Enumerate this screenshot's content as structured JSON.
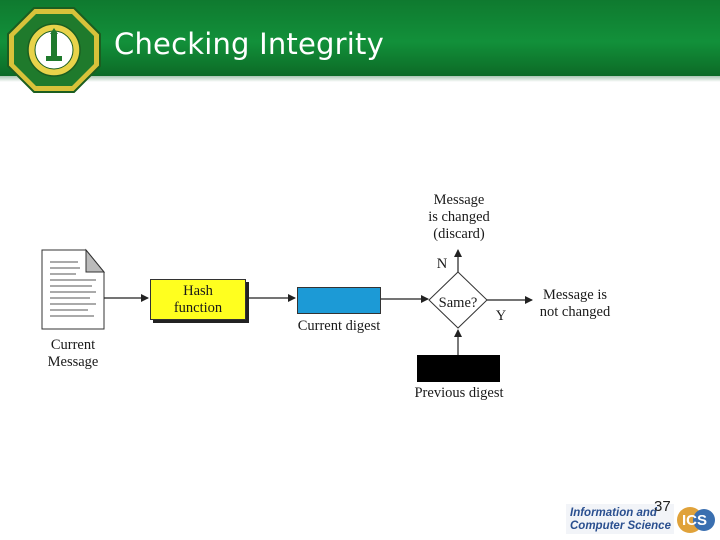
{
  "header": {
    "title": "Checking Integrity"
  },
  "diagram": {
    "document_label": [
      "Current",
      "Message"
    ],
    "hash_box_label": [
      "Hash",
      "function"
    ],
    "current_digest_label": "Current digest",
    "decision_label": "Same?",
    "no_branch": "N",
    "yes_branch": "Y",
    "changed_outcome": [
      "Message",
      "is changed",
      "(discard)"
    ],
    "unchanged_outcome": [
      "Message is",
      "not changed"
    ],
    "previous_digest_label": "Previous digest",
    "colors": {
      "hash_box": "#ffff1f",
      "current_digest": "#1c9ad6",
      "previous_digest": "#000000"
    }
  },
  "footer": {
    "page_number": "37",
    "logo_line1": "Information and",
    "logo_line2": "Computer Science",
    "logo_letters": "ICS"
  },
  "colors": {
    "header_green": "#12903a",
    "logo_gold": "#d8c23a"
  }
}
